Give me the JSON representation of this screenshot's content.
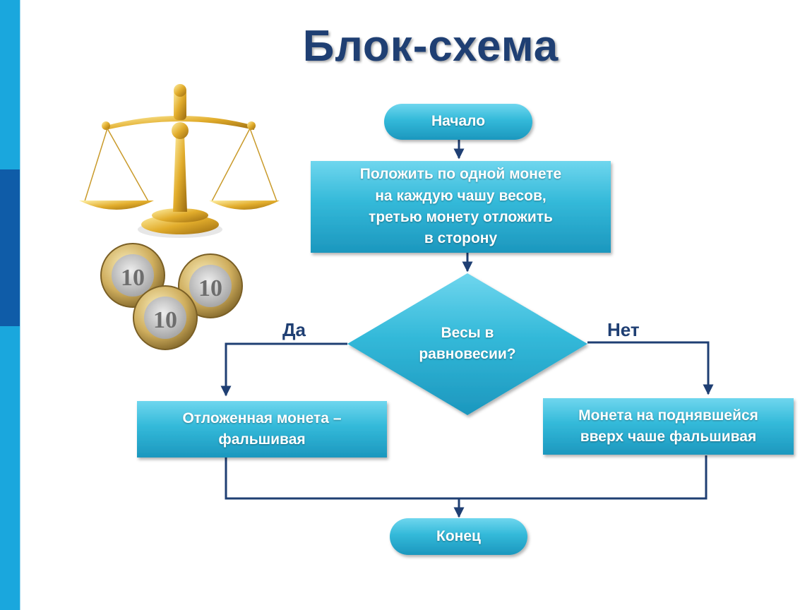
{
  "title": "Блок-схема",
  "flowchart": {
    "start": "Начало",
    "step1": "Положить по одной монете\nна каждую чашу весов,\nтретью монету отложить\nв сторону",
    "decision": "Весы в\nравновесии?",
    "yes_label": "Да",
    "no_label": "Нет",
    "yes_result": "Отложенная монета –\nфальшивая",
    "no_result": "Монета на поднявшейся\nвверх чаше фальшивая",
    "end": "Конец"
  },
  "illustration": {
    "scales_icon": "balance-scale",
    "coin_icon": "coin",
    "coin_value": "10"
  },
  "colors": {
    "shape_fill": "#2eb5d6",
    "shape_fill_light": "#5fd0ea",
    "connector": "#1f3f73",
    "title": "#1f3f73",
    "gold": "#d9a520",
    "sidebar": "#1aa7dd",
    "sidebar_band": "#0f5ca8"
  }
}
